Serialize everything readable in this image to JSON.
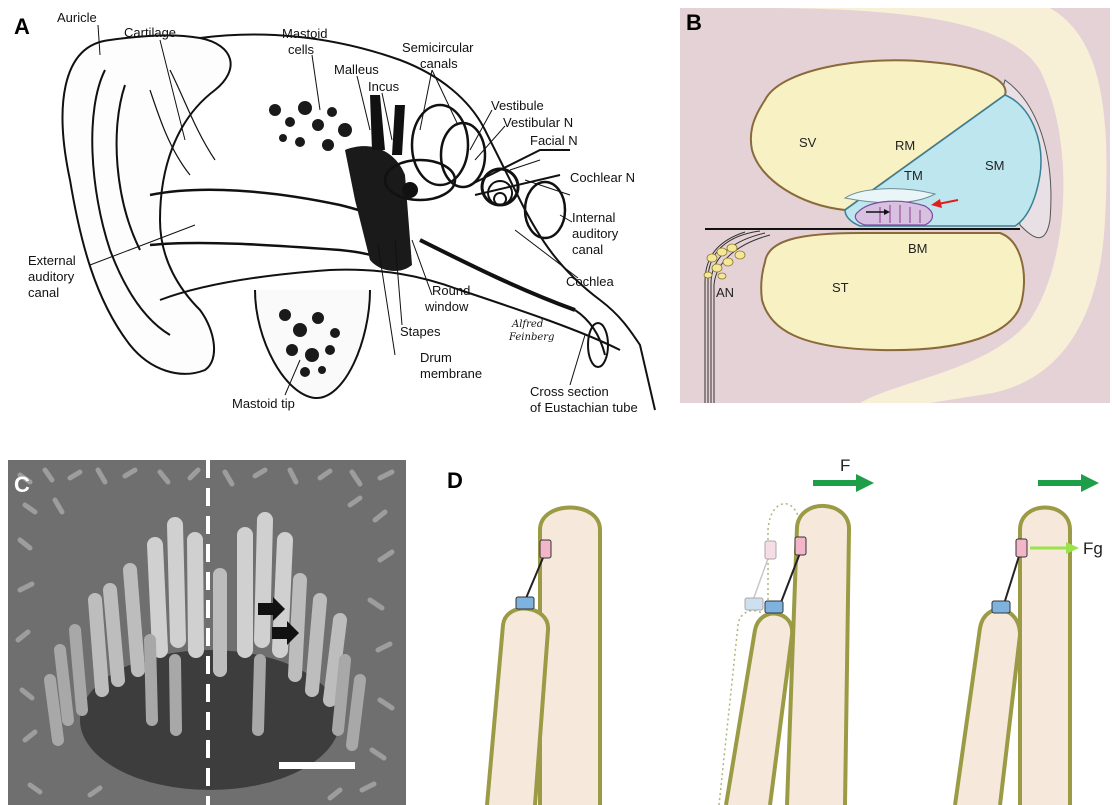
{
  "panels": {
    "a": {
      "letter": "A",
      "labels": {
        "auricle": "Auricle",
        "cartilage": "Cartilage",
        "mastoid_cells_1": "Mastoid",
        "mastoid_cells_2": "cells",
        "malleus": "Malleus",
        "incus": "Incus",
        "semicircular_1": "Semicircular",
        "semicircular_2": "canals",
        "vestibule": "Vestibule",
        "vestibular_n": "Vestibular N",
        "facial_n": "Facial N",
        "cochlear_n": "Cochlear N",
        "internal_1": "Internal",
        "internal_2": "auditory",
        "internal_3": "canal",
        "cochlea": "Cochlea",
        "round_window_1": "Round",
        "round_window_2": "window",
        "stapes": "Stapes",
        "drum_1": "Drum",
        "drum_2": "membrane",
        "external_1": "External",
        "external_2": "auditory",
        "external_3": "canal",
        "mastoid_tip": "Mastoid tip",
        "cross_section_1": "Cross section",
        "cross_section_2": "of Eustachian tube",
        "signature_1": "Alfred",
        "signature_2": "Feinberg"
      }
    },
    "b": {
      "letter": "B",
      "labels": {
        "sv": "SV",
        "rm": "RM",
        "sm": "SM",
        "tm": "TM",
        "bm": "BM",
        "st": "ST",
        "an": "AN"
      }
    },
    "c": {
      "letter": "C"
    },
    "d": {
      "letter": "D",
      "force_label": "F",
      "gating_force_label": "Fg"
    }
  },
  "colors": {
    "cell_fill": "#f6e9dc",
    "cell_stroke": "#9b9b45",
    "force_arrow": "#1f9e4a",
    "gating_arrow": "#9be34b",
    "upper_density": "#f2b6c8",
    "lower_density": "#7fb3df",
    "duct_wall": "#d9c9cd",
    "scala_fill": "#f7f1c3",
    "endolymph": "#bde6ee"
  }
}
